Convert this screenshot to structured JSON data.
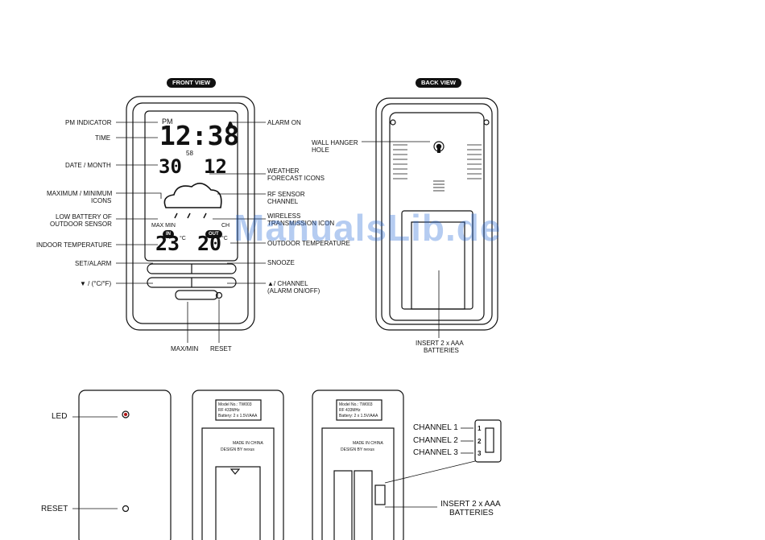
{
  "front_view": {
    "title": "FRONT VIEW",
    "display": {
      "pm": "PM",
      "time": "12:38",
      "seconds": "58",
      "date": "30",
      "month": "12",
      "max_min": "MAX MIN",
      "in": "IN",
      "out": "OUT",
      "channel": "CH",
      "indoor_temp": "23",
      "outdoor_temp": "20",
      "unit": "°C"
    },
    "labels_left": [
      "PM INDICATOR",
      "TIME",
      "DATE / MONTH",
      "MAXIMUM / MINIMUM",
      "ICONS",
      "LOW BATTERY OF",
      "OUTDOOR SENSOR",
      "INDOOR TEMPERATURE",
      "SET/ALARM",
      "▼ / (°C/°F)"
    ],
    "labels_right": [
      "ALARM ON",
      "WEATHER",
      "FORECAST ICONS",
      "RF SENSOR",
      "CHANNEL",
      "WIRELESS",
      "TRANSMISSION ICON",
      "OUTDOOR TEMPERATURE",
      "SNOOZE",
      "▲/ CHANNEL",
      "(ALARM ON/OFF)"
    ],
    "labels_bottom": [
      "MAX/MIN",
      "RESET"
    ]
  },
  "back_view": {
    "title": "BACK VIEW",
    "labels": [
      "WALL HANGER",
      "HOLE",
      "INSERT 2 x AAA",
      "BATTERIES"
    ]
  },
  "sensor": {
    "labels": [
      "LED",
      "RESET",
      "CHANNEL 1",
      "CHANNEL 2",
      "CHANNEL 3",
      "INSERT 2 x AAA",
      "BATTERIES"
    ],
    "switch_numbers": [
      "1",
      "2",
      "3"
    ],
    "tag_model": "Model No.: TW003",
    "tag_rf": "RF 433MHz",
    "tag_battery": "Battery: 2 x 1.5V/AAA",
    "tag_made": "MADE IN CHINA",
    "tag_design": "DESIGN BY nexus"
  },
  "watermark": "ManualsLib.de"
}
